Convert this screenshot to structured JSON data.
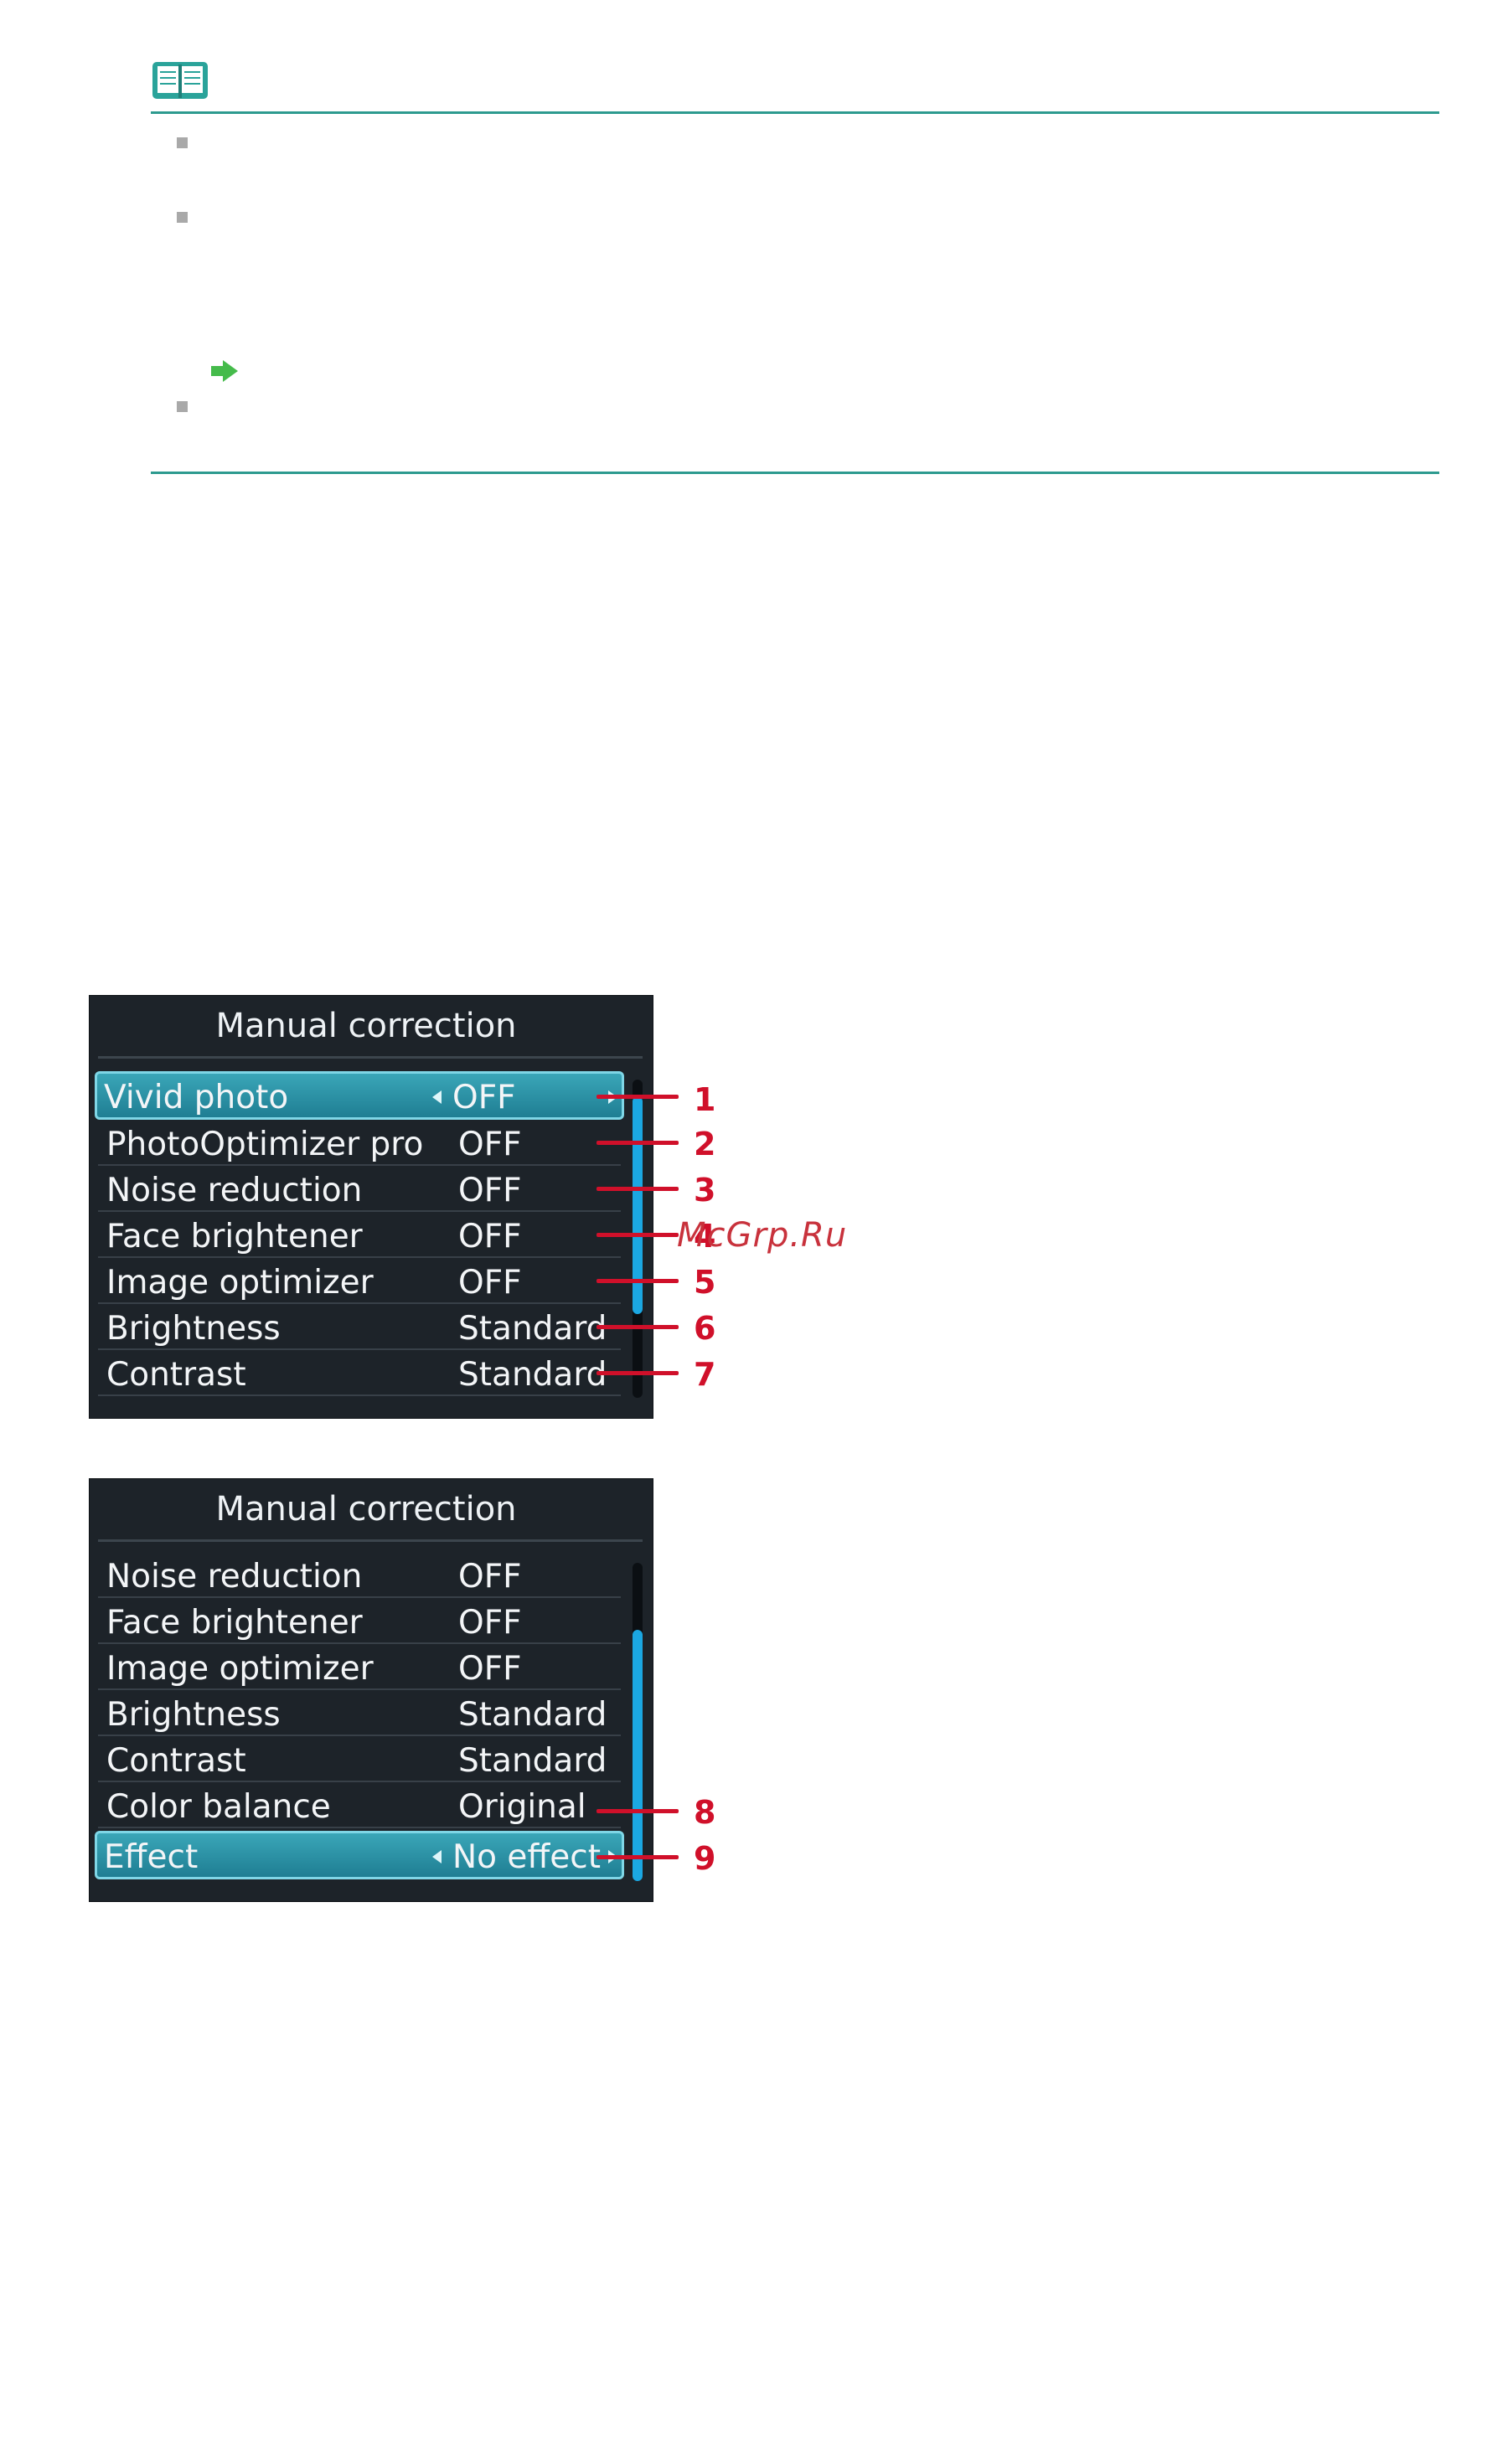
{
  "note": {
    "icon": "book-icon",
    "link_icon": "green-arrow-icon",
    "accent_color": "#2d9a8f"
  },
  "watermark": "McGrp.Ru",
  "screens": [
    {
      "title": "Manual correction",
      "rows": [
        {
          "label": "Vivid photo",
          "value": "OFF",
          "selected": true,
          "callout": "1"
        },
        {
          "label": "PhotoOptimizer pro",
          "value": "OFF",
          "selected": false,
          "callout": "2"
        },
        {
          "label": "Noise reduction",
          "value": "OFF",
          "selected": false,
          "callout": "3"
        },
        {
          "label": "Face brightener",
          "value": "OFF",
          "selected": false,
          "callout": "4"
        },
        {
          "label": "Image optimizer",
          "value": "OFF",
          "selected": false,
          "callout": "5"
        },
        {
          "label": "Brightness",
          "value": "Standard",
          "selected": false,
          "callout": "6"
        },
        {
          "label": "Contrast",
          "value": "Standard",
          "selected": false,
          "callout": "7"
        }
      ]
    },
    {
      "title": "Manual correction",
      "rows": [
        {
          "label": "Noise reduction",
          "value": "OFF",
          "selected": false,
          "callout": ""
        },
        {
          "label": "Face brightener",
          "value": "OFF",
          "selected": false,
          "callout": ""
        },
        {
          "label": "Image optimizer",
          "value": "OFF",
          "selected": false,
          "callout": ""
        },
        {
          "label": "Brightness",
          "value": "Standard",
          "selected": false,
          "callout": ""
        },
        {
          "label": "Contrast",
          "value": "Standard",
          "selected": false,
          "callout": ""
        },
        {
          "label": "Color balance",
          "value": "Original",
          "selected": false,
          "callout": "8"
        },
        {
          "label": "Effect",
          "value": "No effect",
          "selected": true,
          "callout": "9"
        }
      ]
    }
  ],
  "colors": {
    "lcd_background": "#1d2329",
    "selection": "#2a93a8",
    "callout": "#d0102a",
    "scrollbar": "#1ba7e2"
  }
}
